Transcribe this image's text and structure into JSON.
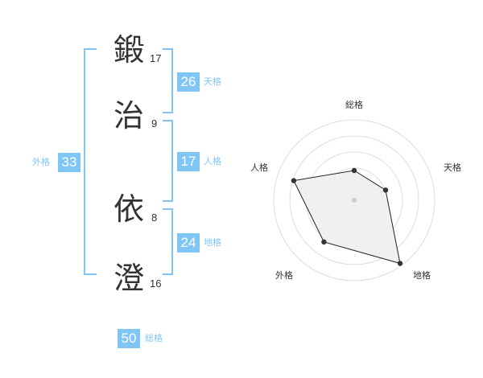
{
  "name_chars": [
    {
      "char": "鍛",
      "strokes": "17"
    },
    {
      "char": "治",
      "strokes": "9"
    },
    {
      "char": "依",
      "strokes": "8"
    },
    {
      "char": "澄",
      "strokes": "16"
    }
  ],
  "scores": {
    "tenkaku": {
      "value": "26",
      "label": "天格"
    },
    "jinkaku": {
      "value": "17",
      "label": "人格"
    },
    "chikaku": {
      "value": "24",
      "label": "地格"
    },
    "gaikaku": {
      "value": "33",
      "label": "外格"
    },
    "soukaku": {
      "value": "50",
      "label": "総格"
    }
  },
  "colors": {
    "accent": "#7fc6f5",
    "text": "#333333",
    "grid": "#dddddd",
    "fill": "#eeeeee"
  },
  "chart_data": {
    "type": "radar",
    "categories": [
      "総格",
      "天格",
      "地格",
      "外格",
      "人格"
    ],
    "values": [
      0.37,
      0.41,
      0.97,
      0.64,
      0.79
    ],
    "rings": 5,
    "max": 1
  }
}
